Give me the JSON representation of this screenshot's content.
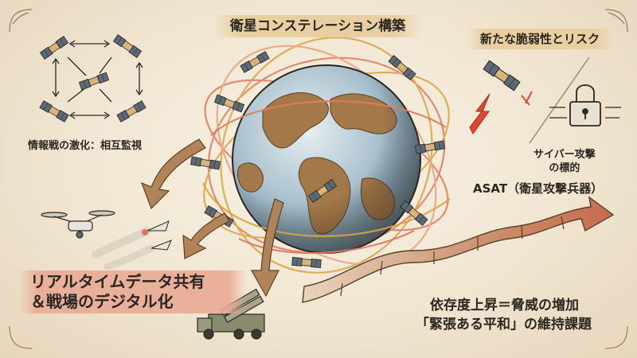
{
  "title": "衛星コンステレーション構築",
  "intel": "情報戦の激化：相互監視",
  "risk_title": "新たな脆弱性とリスク",
  "cyber_line1": "サイバー攻撃",
  "cyber_line2": "の標的",
  "asat": "ASAT（衛星攻撃兵器）",
  "realtime_line1": "リアルタイムデータ共有",
  "realtime_line2": "＆戦場のデジタル化",
  "dependency_line1": "依存度上昇＝脅威の増加",
  "dependency_line2": "「緊張ある平和」の維持課題",
  "colors": {
    "background": "#f1e6d2",
    "ocean": "#9fb8c8",
    "land": "#a4794a",
    "orbit_red": "#e07a5f",
    "orbit_gold": "#d9a441",
    "arrow": "#b08358",
    "danger": "#e0492f",
    "ink": "#2b2620"
  },
  "icons": [
    "satellite-icon",
    "globe-icon",
    "drone-icon",
    "missile-icon",
    "military-truck-icon",
    "padlock-icon",
    "lightning-icon",
    "upward-wave-arrow-icon"
  ]
}
